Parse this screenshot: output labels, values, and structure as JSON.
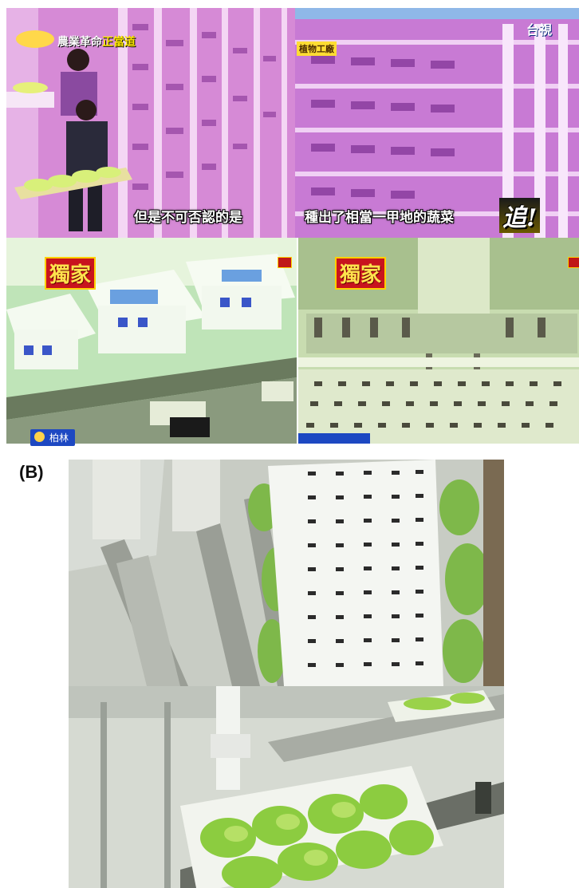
{
  "panel_a": {
    "top_left": {
      "show_logo_prefix": "農業革命",
      "show_logo_highlight": "正當道",
      "caption": "但是不可否認的是"
    },
    "top_right": {
      "small_tag": "植物工廠",
      "channel_logo": "台視",
      "caption": "種出了相當一甲地的蔬菜",
      "corner_tag": "追!"
    },
    "mid_left": {
      "exclusive_tag": "獨家",
      "bottom_tag": "柏林"
    },
    "mid_right": {
      "exclusive_tag": "獨家"
    }
  },
  "panel_b": {
    "label": "(B)"
  }
}
